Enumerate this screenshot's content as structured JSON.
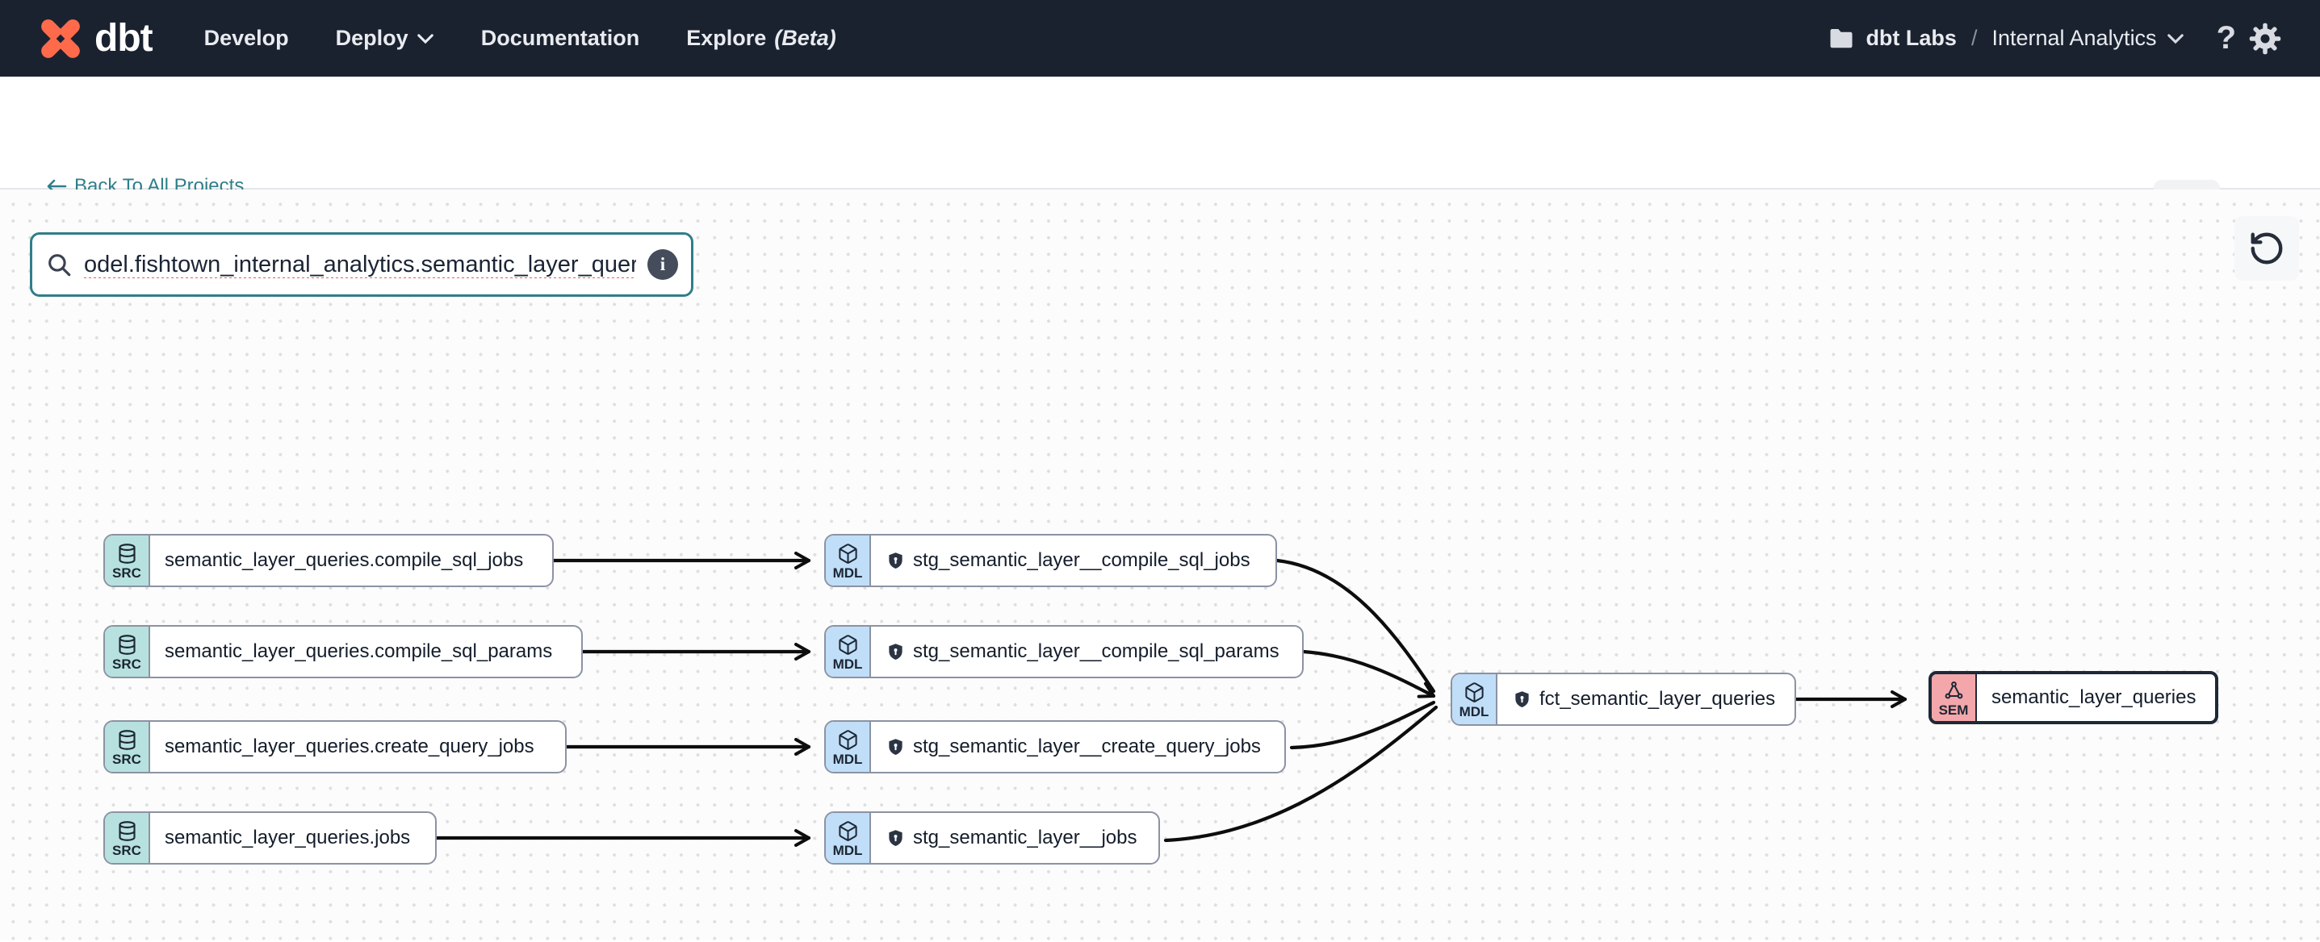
{
  "navbar": {
    "logo_text": "dbt",
    "items": [
      {
        "label": "Develop"
      },
      {
        "label": "Deploy"
      },
      {
        "label": "Documentation"
      },
      {
        "label": "Explore",
        "beta": "(Beta)"
      }
    ],
    "org": "dbt Labs",
    "breadcrumb_separator": "/",
    "project": "Internal Analytics",
    "help_label": "?"
  },
  "header": {
    "back_link": "Back To All Projects",
    "title": "Internal Analytics"
  },
  "lineage": {
    "search_value": "odel.fishtown_internal_analytics.semantic_layer_queries",
    "info_glyph": "i",
    "nodes": [
      {
        "type": "source",
        "badge": "SRC",
        "label": "semantic_layer_queries.compile_sql_jobs"
      },
      {
        "type": "source",
        "badge": "SRC",
        "label": "semantic_layer_queries.compile_sql_params"
      },
      {
        "type": "source",
        "badge": "SRC",
        "label": "semantic_layer_queries.create_query_jobs"
      },
      {
        "type": "source",
        "badge": "SRC",
        "label": "semantic_layer_queries.jobs"
      },
      {
        "type": "model",
        "badge": "MDL",
        "label": "stg_semantic_layer__compile_sql_jobs"
      },
      {
        "type": "model",
        "badge": "MDL",
        "label": "stg_semantic_layer__compile_sql_params"
      },
      {
        "type": "model",
        "badge": "MDL",
        "label": "stg_semantic_layer__create_query_jobs"
      },
      {
        "type": "model",
        "badge": "MDL",
        "label": "stg_semantic_layer__jobs"
      },
      {
        "type": "model",
        "badge": "MDL",
        "label": "fct_semantic_layer_queries"
      },
      {
        "type": "semantic_model",
        "badge": "SEM",
        "label": "semantic_layer_queries",
        "selected": true
      }
    ],
    "colors": {
      "accent_teal": "#2F7E8A",
      "navbar_bg": "#1A2230",
      "logo_orange": "#FF6A4B",
      "source_badge": "#B7E1DF",
      "model_badge": "#C0DEF7",
      "semantic_badge": "#F3A7AB",
      "edge": "#0D0D0D",
      "selected_border": "#1E2836"
    }
  }
}
